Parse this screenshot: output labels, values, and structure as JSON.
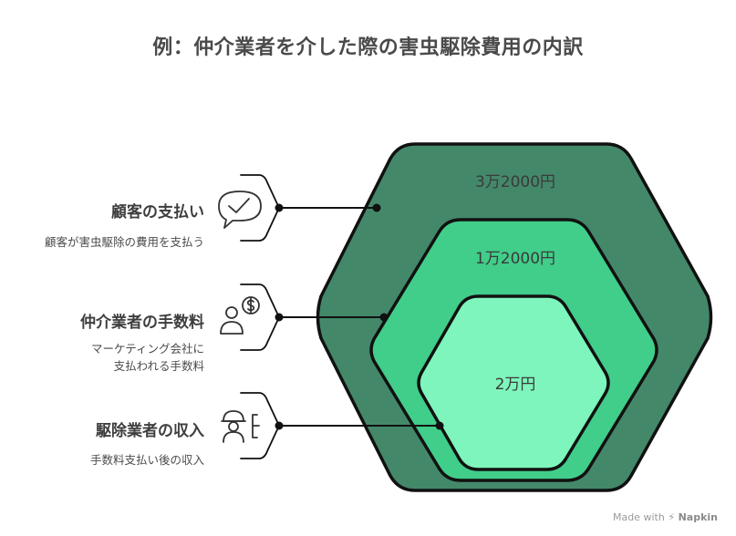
{
  "title": "例：仲介業者を介した際の害虫駆除費用の内訳",
  "layers": [
    {
      "label": "3万2000円",
      "fill": "#44886a"
    },
    {
      "label": "1万2000円",
      "fill": "#41cd8a"
    },
    {
      "label": "2万円",
      "fill": "#7ef5bc"
    }
  ],
  "rows": [
    {
      "title": "顧客の支払い",
      "desc": [
        "顧客が害虫駆除の費用を支払う"
      ],
      "icon": "check-speech-bubble-icon"
    },
    {
      "title": "仲介業者の手数料",
      "desc": [
        "マーケティング会社に",
        "支払われる手数料"
      ],
      "icon": "person-dollar-icon"
    },
    {
      "title": "駆除業者の収入",
      "desc": [
        "手数料支払い後の収入"
      ],
      "icon": "worker-helmet-icon"
    }
  ],
  "footer": {
    "prefix": "Made with",
    "brand": "Napkin"
  }
}
